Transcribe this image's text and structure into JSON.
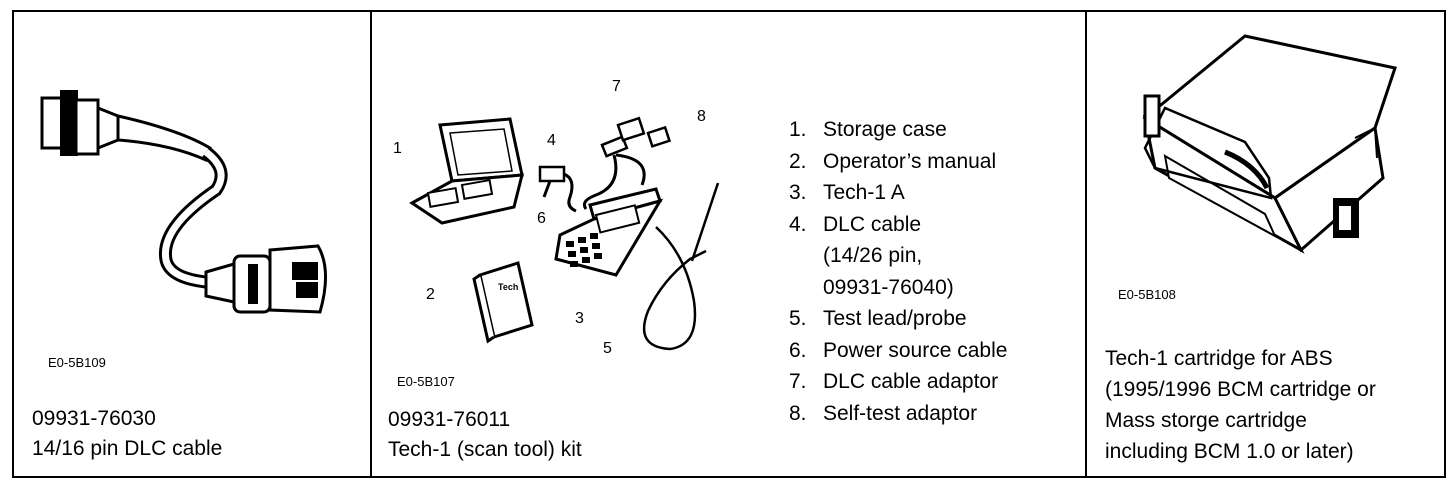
{
  "cells": [
    {
      "figure_code": "E0-5B109",
      "part_number": "09931-76030",
      "description": "14/16 pin DLC cable"
    },
    {
      "figure_code": "E0-5B107",
      "part_number": "09931-76011",
      "description": "Tech-1 (scan tool) kit",
      "callouts": [
        "1",
        "2",
        "3",
        "4",
        "5",
        "6",
        "7",
        "8"
      ],
      "parts": [
        {
          "num": "1.",
          "text": "Storage case"
        },
        {
          "num": "2.",
          "text": "Operator’s manual"
        },
        {
          "num": "3.",
          "text": "Tech-1 A"
        },
        {
          "num": "4.",
          "text": "DLC cable"
        },
        {
          "num": "",
          "text": "(14/26 pin,"
        },
        {
          "num": "",
          "text": "09931-76040)"
        },
        {
          "num": "5.",
          "text": "Test lead/probe"
        },
        {
          "num": "6.",
          "text": "Power source cable"
        },
        {
          "num": "7.",
          "text": "DLC cable adaptor"
        },
        {
          "num": "8.",
          "text": "Self-test adaptor"
        }
      ]
    },
    {
      "figure_code": "E0-5B108",
      "description_lines": [
        "Tech-1 cartridge for ABS",
        "(1995/1996 BCM cartridge or",
        "Mass storge cartridge",
        "including BCM 1.0 or later)"
      ]
    }
  ]
}
